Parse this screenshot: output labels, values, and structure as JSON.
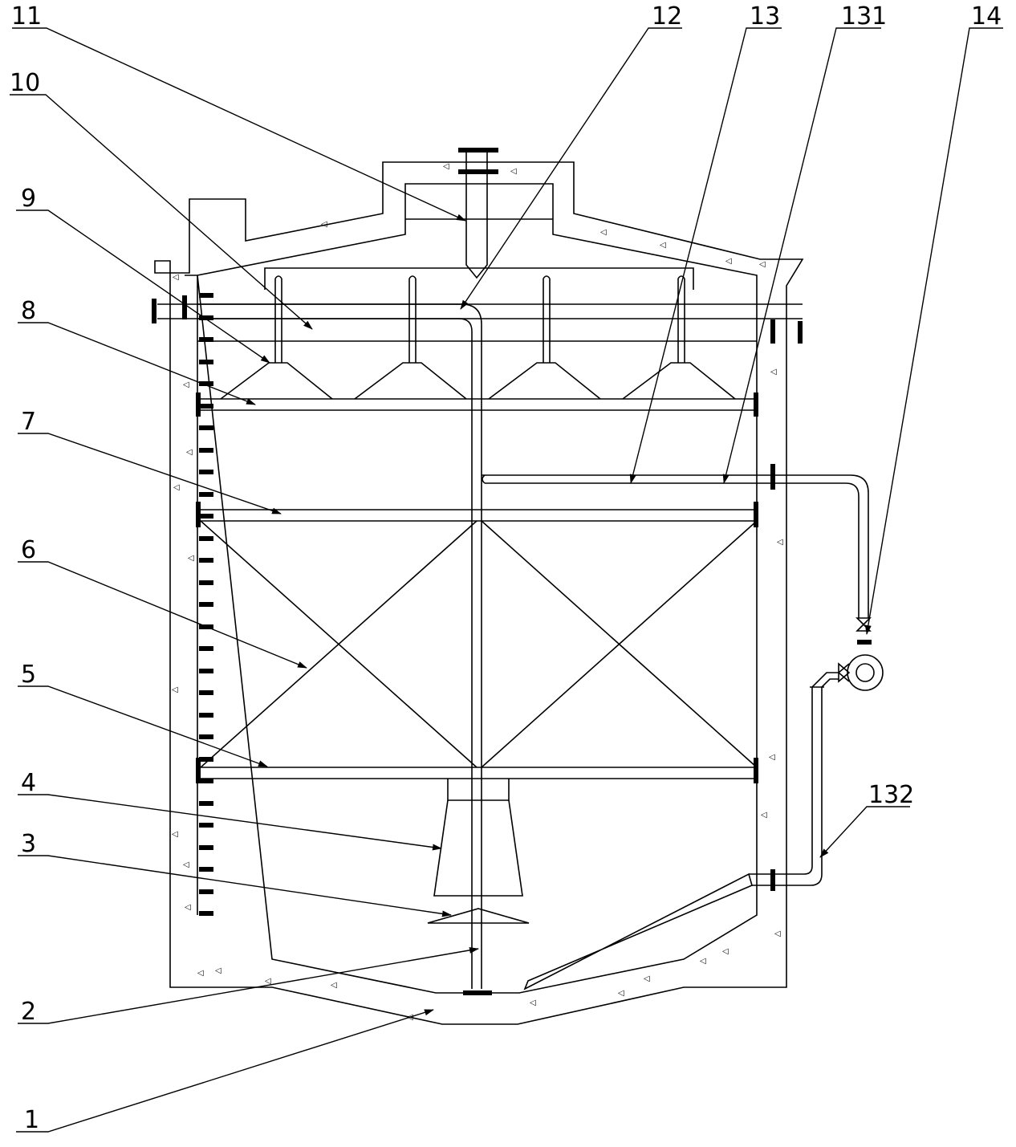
{
  "labels": {
    "l1": "1",
    "l2": "2",
    "l3": "3",
    "l4": "4",
    "l5": "5",
    "l6": "6",
    "l7": "7",
    "l8": "8",
    "l9": "9",
    "l10": "10",
    "l11": "11",
    "l12": "12",
    "l13": "13",
    "l131": "131",
    "l14": "14",
    "l132": "132"
  },
  "colors": {
    "ink": "#000000",
    "paper": "#ffffff"
  }
}
